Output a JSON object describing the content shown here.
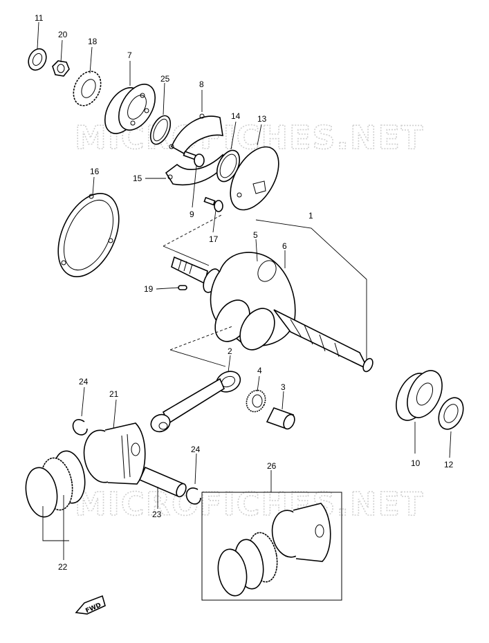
{
  "watermark": {
    "text": "MICROFICHES.NET",
    "color": "#cfcfcf"
  },
  "fwd_label": "FWD",
  "callouts": {
    "p1": "1",
    "p2": "2",
    "p3": "3",
    "p4": "4",
    "p5": "5",
    "p6": "6",
    "p7": "7",
    "p8": "8",
    "p9": "9",
    "p10": "10",
    "p11": "11",
    "p12": "12",
    "p13": "13",
    "p14": "14",
    "p15": "15",
    "p16": "16",
    "p17": "17",
    "p18": "18",
    "p19": "19",
    "p20": "20",
    "p21": "21",
    "p22": "22",
    "p23": "23",
    "p24a": "24",
    "p24b": "24",
    "p25": "25",
    "p26": "26"
  },
  "icons": [
    "fwd-arrow-icon"
  ]
}
